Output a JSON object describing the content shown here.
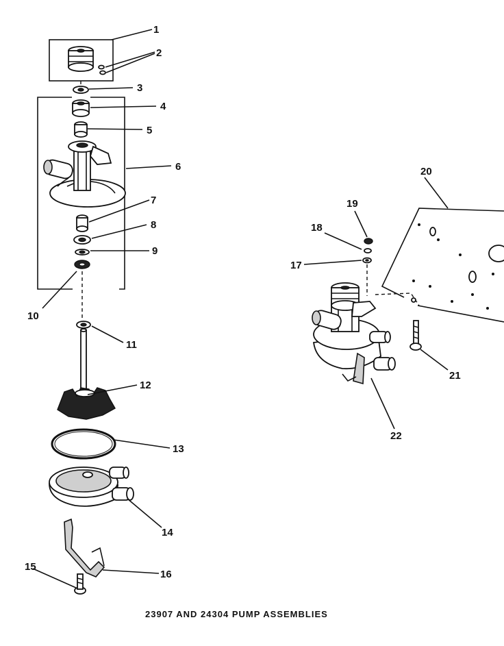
{
  "caption": "23907 AND 24304 PUMP ASSEMBLIES",
  "callouts": [
    "1",
    "2",
    "3",
    "4",
    "5",
    "6",
    "7",
    "8",
    "9",
    "10",
    "11",
    "12",
    "13",
    "14",
    "15",
    "16",
    "17",
    "18",
    "19",
    "20",
    "21",
    "22"
  ]
}
